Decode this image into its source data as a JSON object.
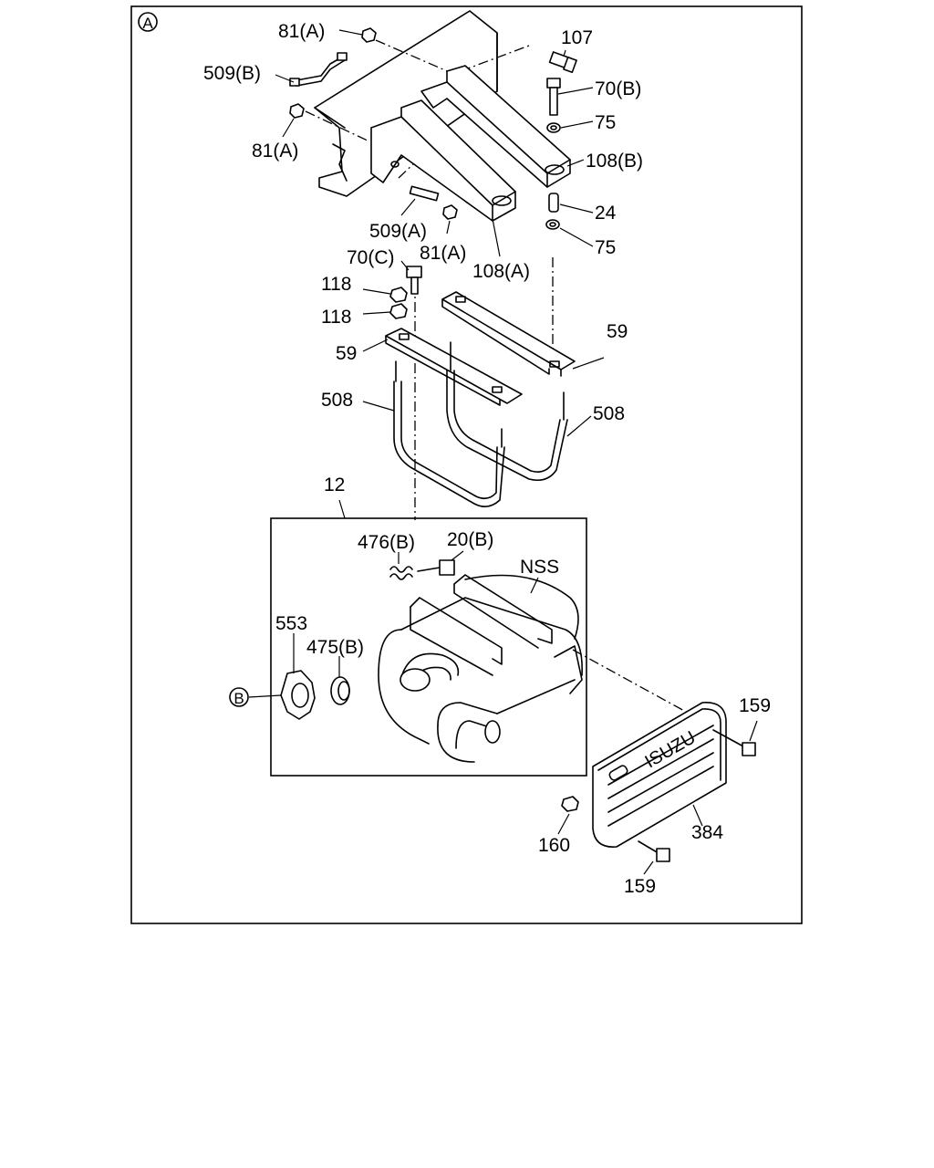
{
  "diagram": {
    "view_marker": "A",
    "detail_marker": "B",
    "brand_text": "ISUZU",
    "labels": {
      "l_81a_top": "81(A)",
      "l_509b": "509(B)",
      "l_81a_left": "81(A)",
      "l_107": "107",
      "l_70b": "70(B)",
      "l_75_top": "75",
      "l_108b": "108(B)",
      "l_24": "24",
      "l_75_bot": "75",
      "l_509a": "509(A)",
      "l_81a_mid": "81(A)",
      "l_70c": "70(C)",
      "l_108a": "108(A)",
      "l_118_a": "118",
      "l_118_b": "118",
      "l_59_left": "59",
      "l_59_right": "59",
      "l_508_left": "508",
      "l_508_right": "508",
      "l_12": "12",
      "l_476b": "476(B)",
      "l_20b": "20(B)",
      "l_nss": "NSS",
      "l_553": "553",
      "l_475b": "475(B)",
      "l_159_top": "159",
      "l_384": "384",
      "l_160": "160",
      "l_159_bot": "159"
    }
  }
}
